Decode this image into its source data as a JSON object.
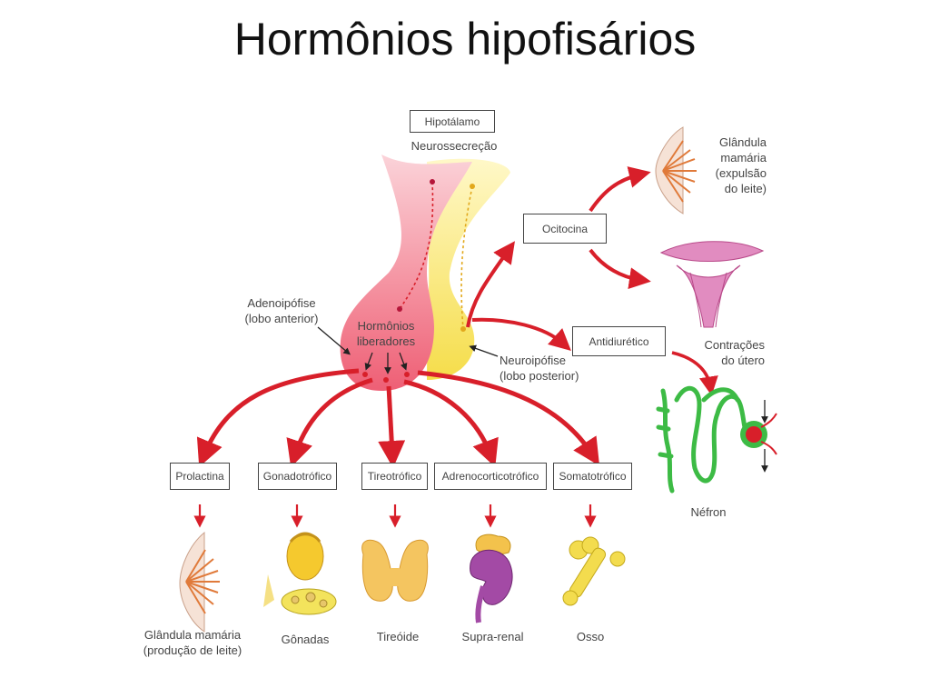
{
  "title": "Hormônios hipofisários",
  "hypothalamus": {
    "box": "Hipotálamo",
    "label": "Neurossecreção"
  },
  "adenohypophysis": {
    "line1": "Adenoipófise",
    "line2": "(lobo anterior)"
  },
  "releasing_hormones": {
    "line1": "Hormônios",
    "line2": "liberadores"
  },
  "neurohypophysis": {
    "line1": "Neuroipófise",
    "line2": "(lobo posterior)"
  },
  "posterior_hormones": {
    "oxytocin": "Ocitocina",
    "antidiuretic": "Antidiurético"
  },
  "oxytocin_targets": {
    "mammary": [
      "Glândula",
      "mamária",
      "(expulsão",
      "do leite)"
    ],
    "uterus": [
      "Contrações",
      "do útero"
    ]
  },
  "antidiuretic_target": "Néfron",
  "anterior_hormones": [
    "Prolactina",
    "Gonadotrófico",
    "Tireotrófico",
    "Adrenocorticotrófico",
    "Somatotrófico"
  ],
  "target_organs": {
    "mammary": [
      "Glândula mamária",
      "(produção de leite)"
    ],
    "gonads": "Gônadas",
    "thyroid": "Tireóide",
    "adrenal": "Supra-renal",
    "bone": "Osso"
  },
  "colors": {
    "arrow": "#d81f2a",
    "anterior": "#ef6a7e",
    "posterior": "#f6e15a",
    "nephron": "#3dbb45",
    "uterus": "#d96aa8"
  }
}
